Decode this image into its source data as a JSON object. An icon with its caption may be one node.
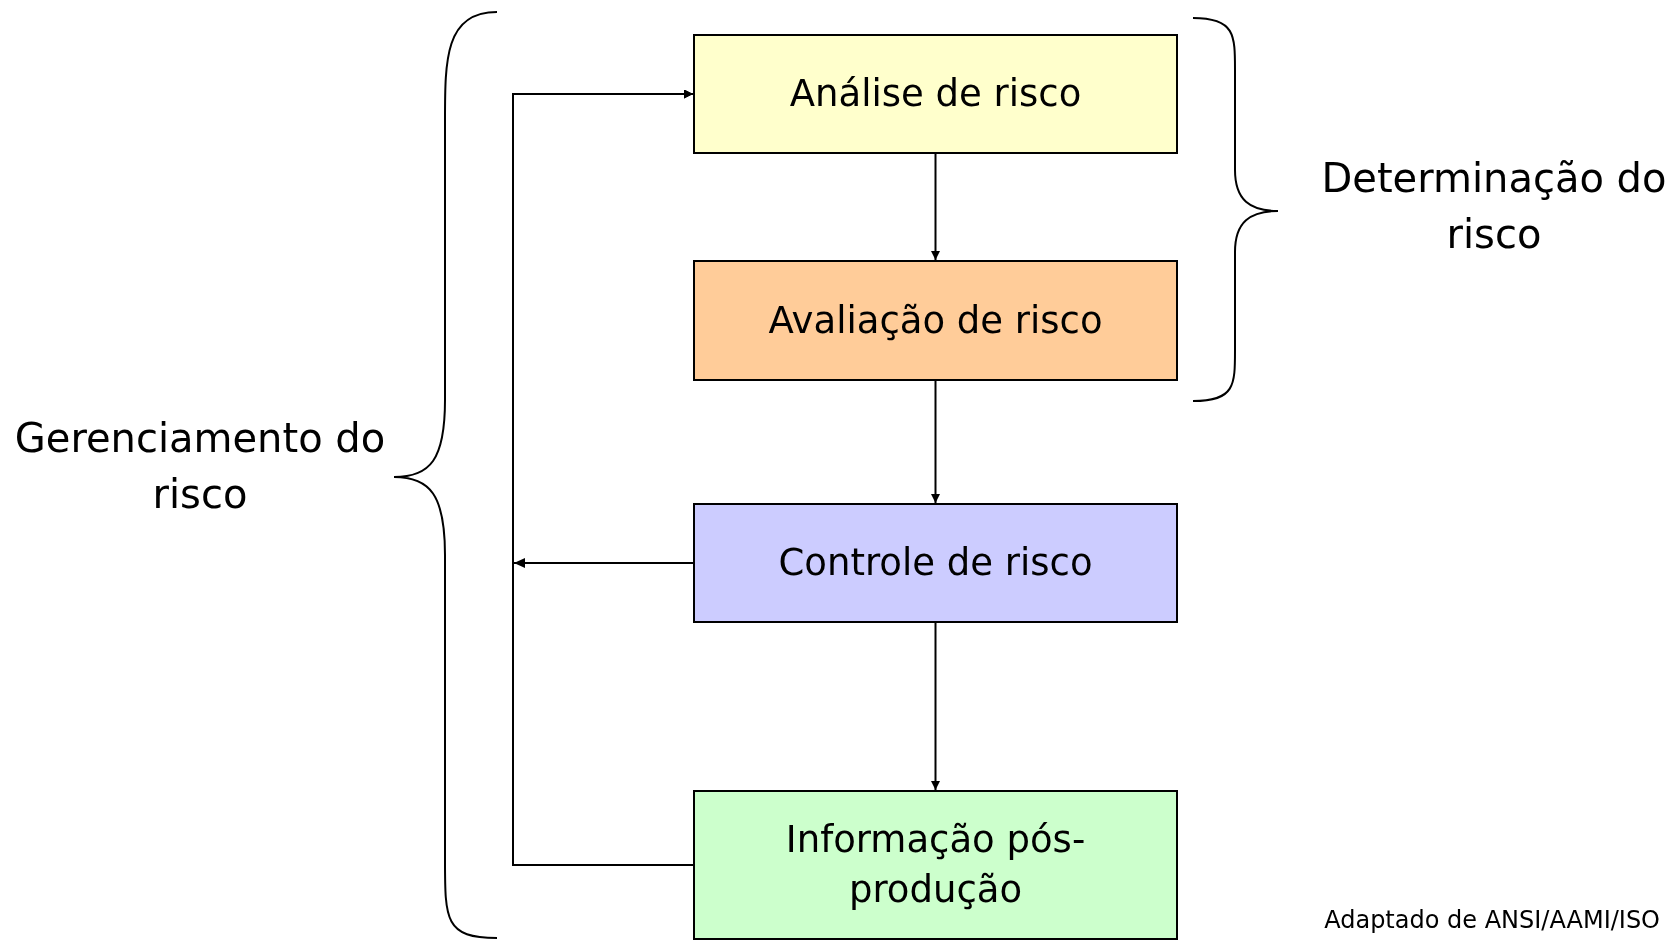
{
  "diagram": {
    "nodes": [
      {
        "text": [
          "Análise de risco"
        ]
      },
      {
        "text": [
          "Avaliação de risco"
        ]
      },
      {
        "text": [
          "Controle de risco"
        ]
      },
      {
        "text": [
          "Informação pós-produção"
        ]
      }
    ],
    "edges": [
      {
        "from": 0,
        "to": 1,
        "arrow": "to"
      },
      {
        "from": 1,
        "to": 2,
        "arrow": "to"
      },
      {
        "from": 2,
        "to": 3,
        "arrow": "to"
      },
      {
        "from": 2,
        "to": 0,
        "arrow": "to"
      },
      {
        "from": 3,
        "to": 0,
        "arrow": "to"
      }
    ],
    "labels": [
      "Gerenciamento do risco",
      "Determinação do risco",
      "Adaptado de ANSI/AAMI/ISO"
    ]
  }
}
